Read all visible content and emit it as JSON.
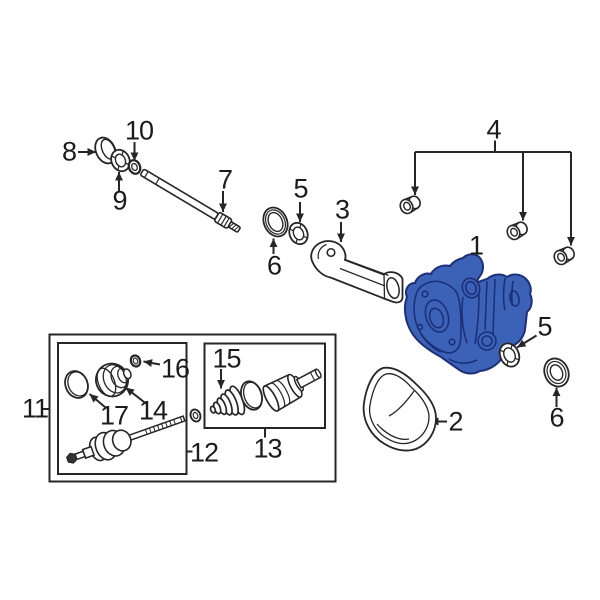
{
  "diagram": {
    "type": "exploded-parts-diagram",
    "subject": "front axle differential carrier assembly",
    "background": "#ffffff",
    "line_color": "#262626",
    "highlight_fill": "#3c62b8",
    "highlight_stroke": "#1c3078",
    "highlighted_callout": "1",
    "callouts": {
      "c1": "1",
      "c2": "2",
      "c3": "3",
      "c4": "4",
      "c5a": "5",
      "c5b": "5",
      "c6a": "6",
      "c6b": "6",
      "c7": "7",
      "c8": "8",
      "c9": "9",
      "c10": "10",
      "c11": "11",
      "c12": "12",
      "c13": "13",
      "c14": "14",
      "c15": "15",
      "c16": "16",
      "c17": "17"
    }
  }
}
